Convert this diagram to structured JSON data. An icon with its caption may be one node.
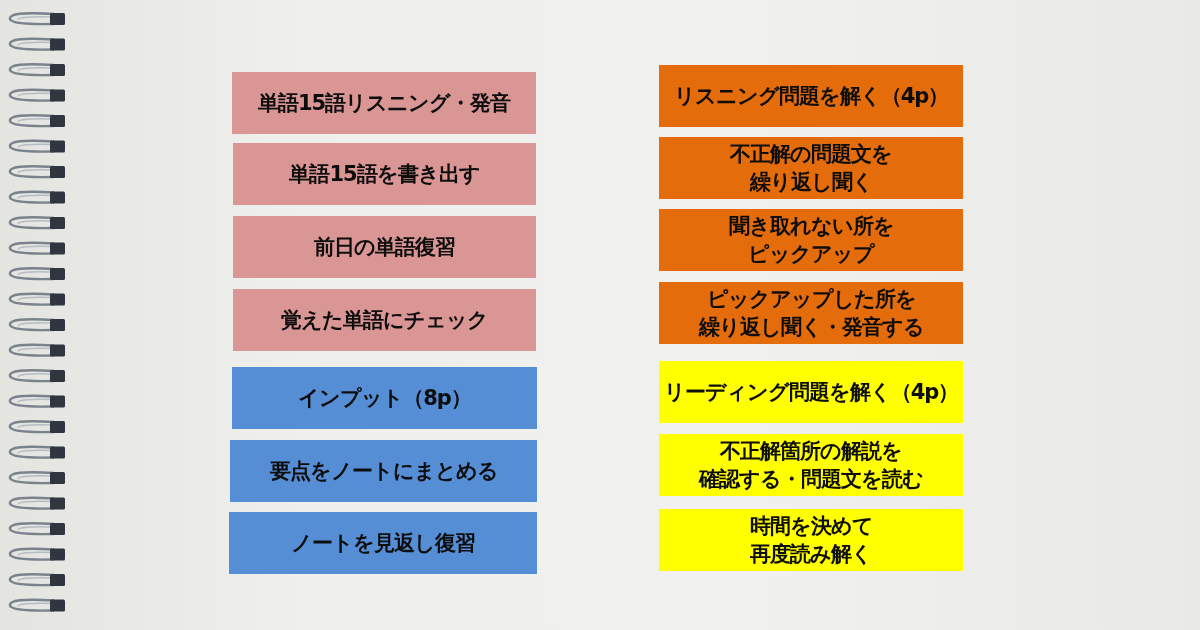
{
  "diagram": {
    "nodes": [
      {
        "text": [
          "単語15語リスニング・発音"
        ]
      },
      {
        "text": [
          "単語15語を書き出す"
        ]
      },
      {
        "text": [
          "前日の単語復習"
        ]
      },
      {
        "text": [
          "覚えた単語にチェック"
        ]
      },
      {
        "text": [
          "インプット（8p）"
        ]
      },
      {
        "text": [
          "要点をノートにまとめる"
        ]
      },
      {
        "text": [
          "ノートを見返し復習"
        ]
      },
      {
        "text": [
          "リスニング問題を解く（4p）"
        ]
      },
      {
        "text": [
          "不正解の問題文を繰り返し聞く"
        ]
      },
      {
        "text": [
          "聞き取れない所をピックアップ"
        ]
      },
      {
        "text": [
          "ピックアップした所を繰り返し聞く・発音する"
        ]
      },
      {
        "text": [
          "リーディング問題を解く（4p）"
        ]
      },
      {
        "text": [
          "不正解箇所の解説を確認する・問題文を読む"
        ]
      },
      {
        "text": [
          "時間を決めて再度読み解く"
        ]
      }
    ]
  }
}
